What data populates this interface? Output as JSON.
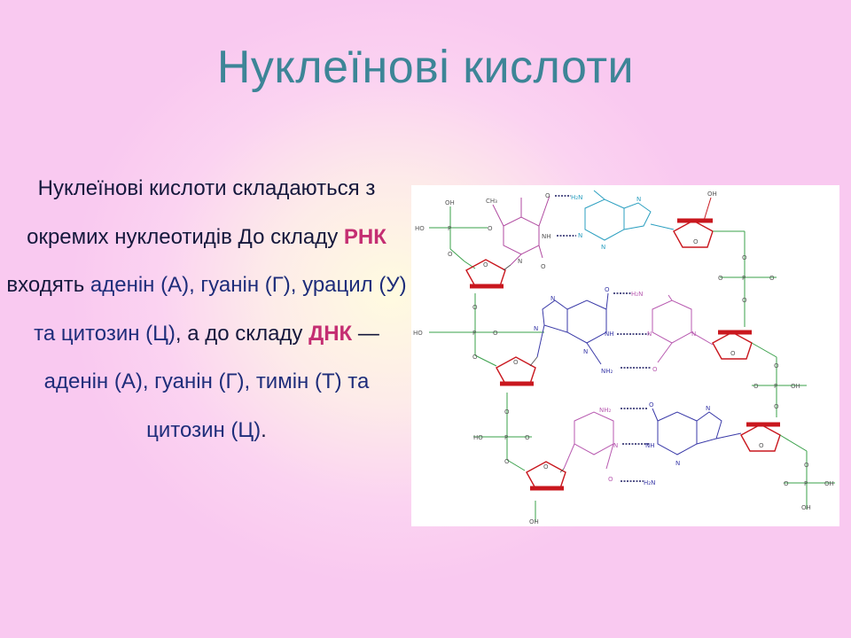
{
  "slide": {
    "title": "Нуклеїнові кислоти",
    "body": {
      "t1": "Нуклеїнові кислоти складаються з окремих нуклеотидів До складу ",
      "rna": "РНК",
      "t2": " входять ",
      "t3": "аденін (А), гуанін (Г), урацил (У) та цитозин (Ц)",
      "t4": ", а до складу ",
      "dna": "ДНК",
      "t5": " — ",
      "t6": "аденін (А), гуанін (Г), тимін (Т) та цитозин (Ц)",
      "t7": "."
    }
  },
  "diagram": {
    "labels": {
      "oh": "OH",
      "ho": "HO",
      "p": "P",
      "o": "O",
      "n": "N",
      "nh": "NH",
      "h2n": "H₂N",
      "nh2": "NH₂",
      "oh_lower": "OH"
    },
    "colors": {
      "backbone": "#39a04a",
      "sugar": "#c9171e",
      "thymine": "#b04aa0",
      "adenine": "#2b9fc0",
      "guanine": "#3a3aa8",
      "cytosine": "#b85ab0",
      "hbond": "#1a1a60"
    }
  }
}
